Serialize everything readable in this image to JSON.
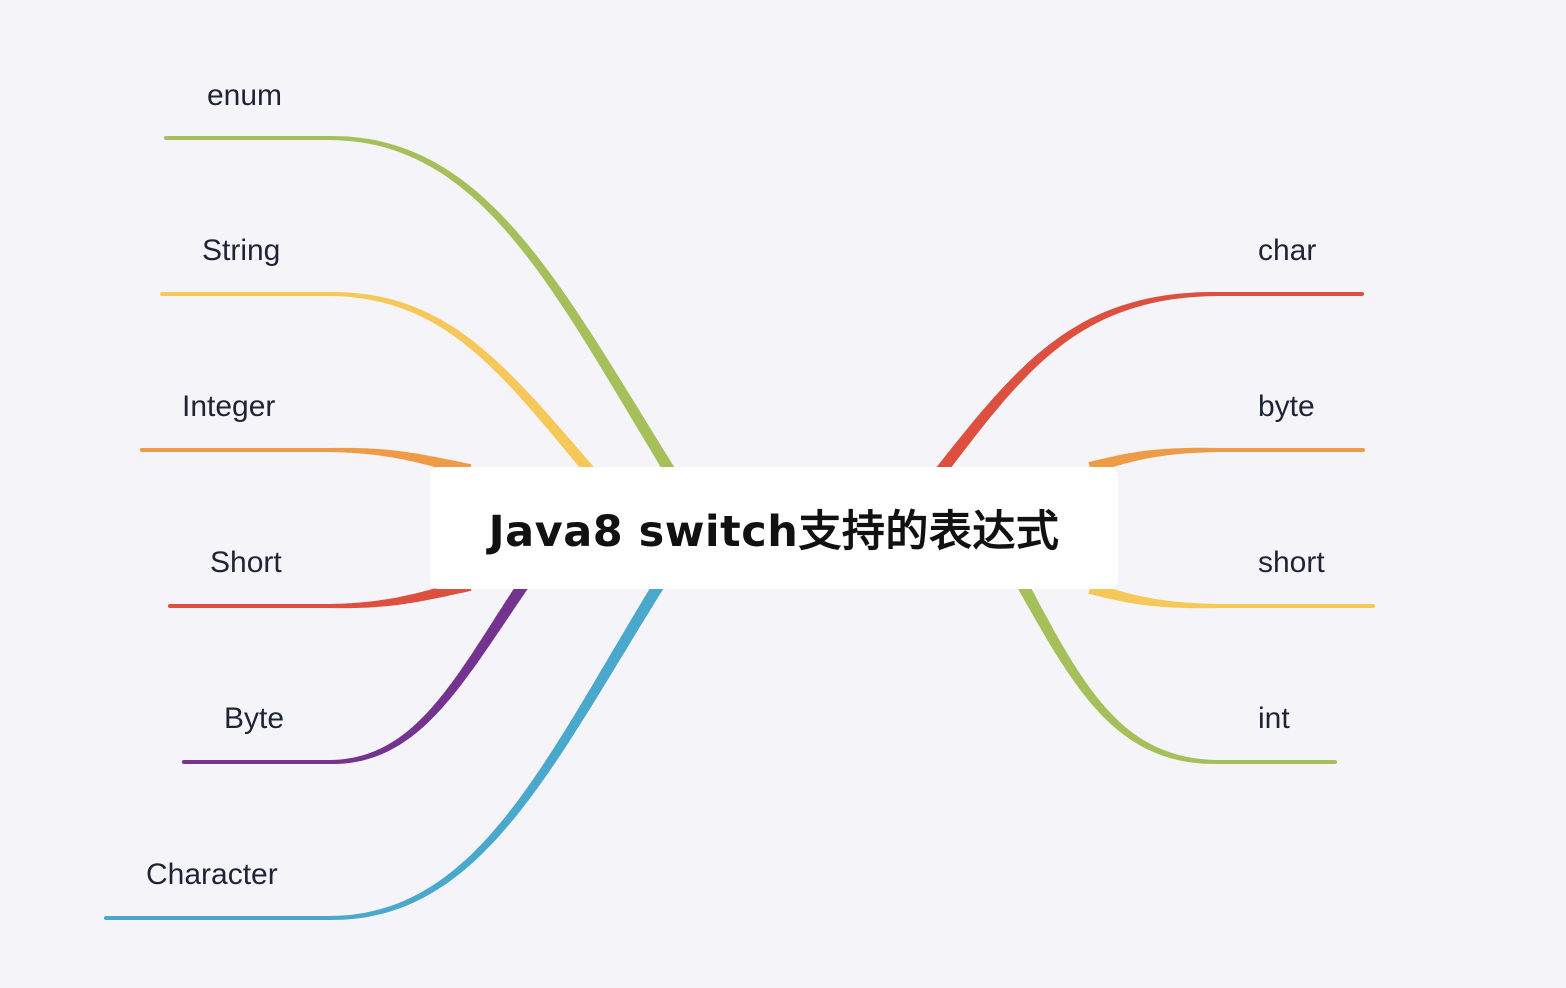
{
  "central": {
    "title": "Java8 switch支持的表达式"
  },
  "left_branches": [
    {
      "label": "enum",
      "color": "#a5c05a"
    },
    {
      "label": "String",
      "color": "#f6c85a"
    },
    {
      "label": "Integer",
      "color": "#ee9b48"
    },
    {
      "label": "Short",
      "color": "#dd4f3e"
    },
    {
      "label": "Byte",
      "color": "#74338f"
    },
    {
      "label": "Character",
      "color": "#4aa8cc"
    }
  ],
  "right_branches": [
    {
      "label": "char",
      "color": "#dd4f3e"
    },
    {
      "label": "byte",
      "color": "#ee9b48"
    },
    {
      "label": "short",
      "color": "#f6c85a"
    },
    {
      "label": "int",
      "color": "#a5c05a"
    }
  ]
}
